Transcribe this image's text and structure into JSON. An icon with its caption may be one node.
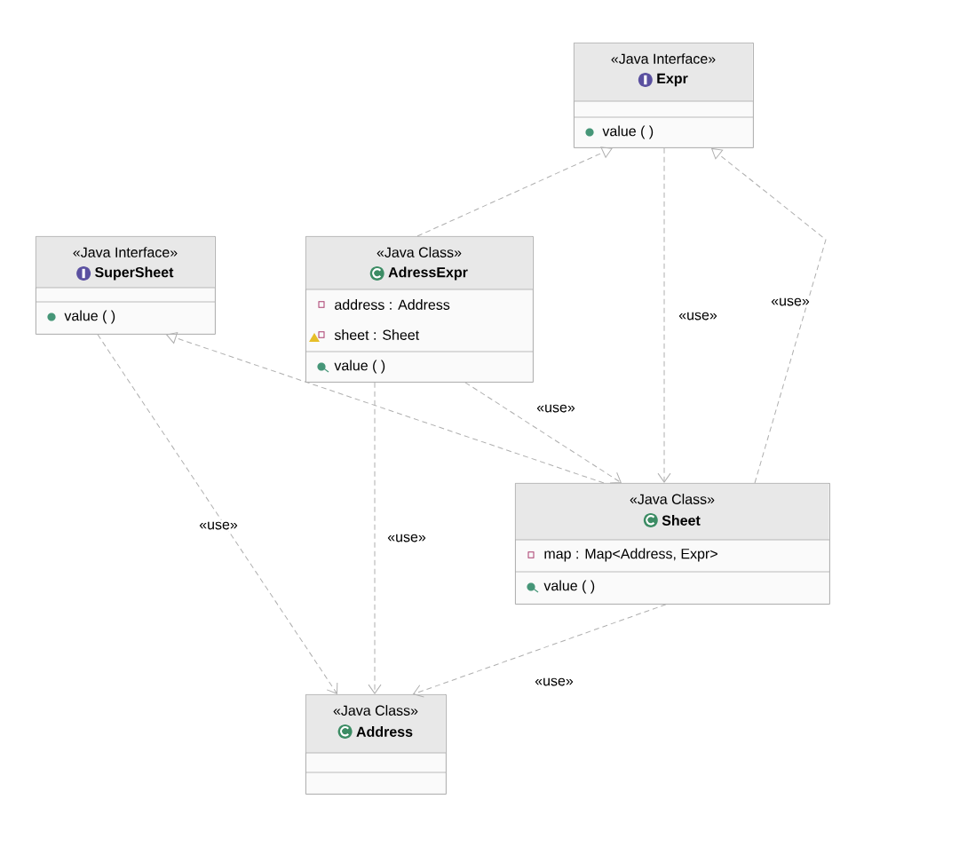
{
  "diagram": {
    "nodes": [
      {
        "text": [
          "«Java Interface»",
          "Expr",
          "value ( )"
        ]
      },
      {
        "text": [
          "«Java Interface»",
          "SuperSheet",
          "value ( )"
        ]
      },
      {
        "text": [
          "«Java Class»",
          "AdressExpr",
          "address : Address",
          "sheet : Sheet",
          "value ( )"
        ]
      },
      {
        "text": [
          "«Java Class»",
          "Sheet",
          "map : Map<Address, Expr>",
          "value ( )"
        ]
      },
      {
        "text": [
          "«Java Class»",
          "Address"
        ]
      }
    ],
    "edges": [
      {
        "from": 2,
        "to": 0,
        "arrow": "to",
        "style": "dashed"
      },
      {
        "from": 0,
        "to": 3,
        "arrow": "to",
        "style": "dashed",
        "label": "«use»"
      },
      {
        "from": 3,
        "to": 0,
        "arrow": "to",
        "style": "dashed",
        "label": "«use»"
      },
      {
        "from": 3,
        "to": 1,
        "arrow": "to",
        "style": "dashed"
      },
      {
        "from": 2,
        "to": 3,
        "arrow": "to",
        "style": "dashed",
        "label": "«use»"
      },
      {
        "from": 1,
        "to": 4,
        "arrow": "to",
        "style": "dashed",
        "label": "«use»"
      },
      {
        "from": 2,
        "to": 4,
        "arrow": "to",
        "style": "dashed",
        "label": "«use»"
      },
      {
        "from": 3,
        "to": 4,
        "arrow": "to",
        "style": "dashed",
        "label": "«use»"
      }
    ]
  }
}
